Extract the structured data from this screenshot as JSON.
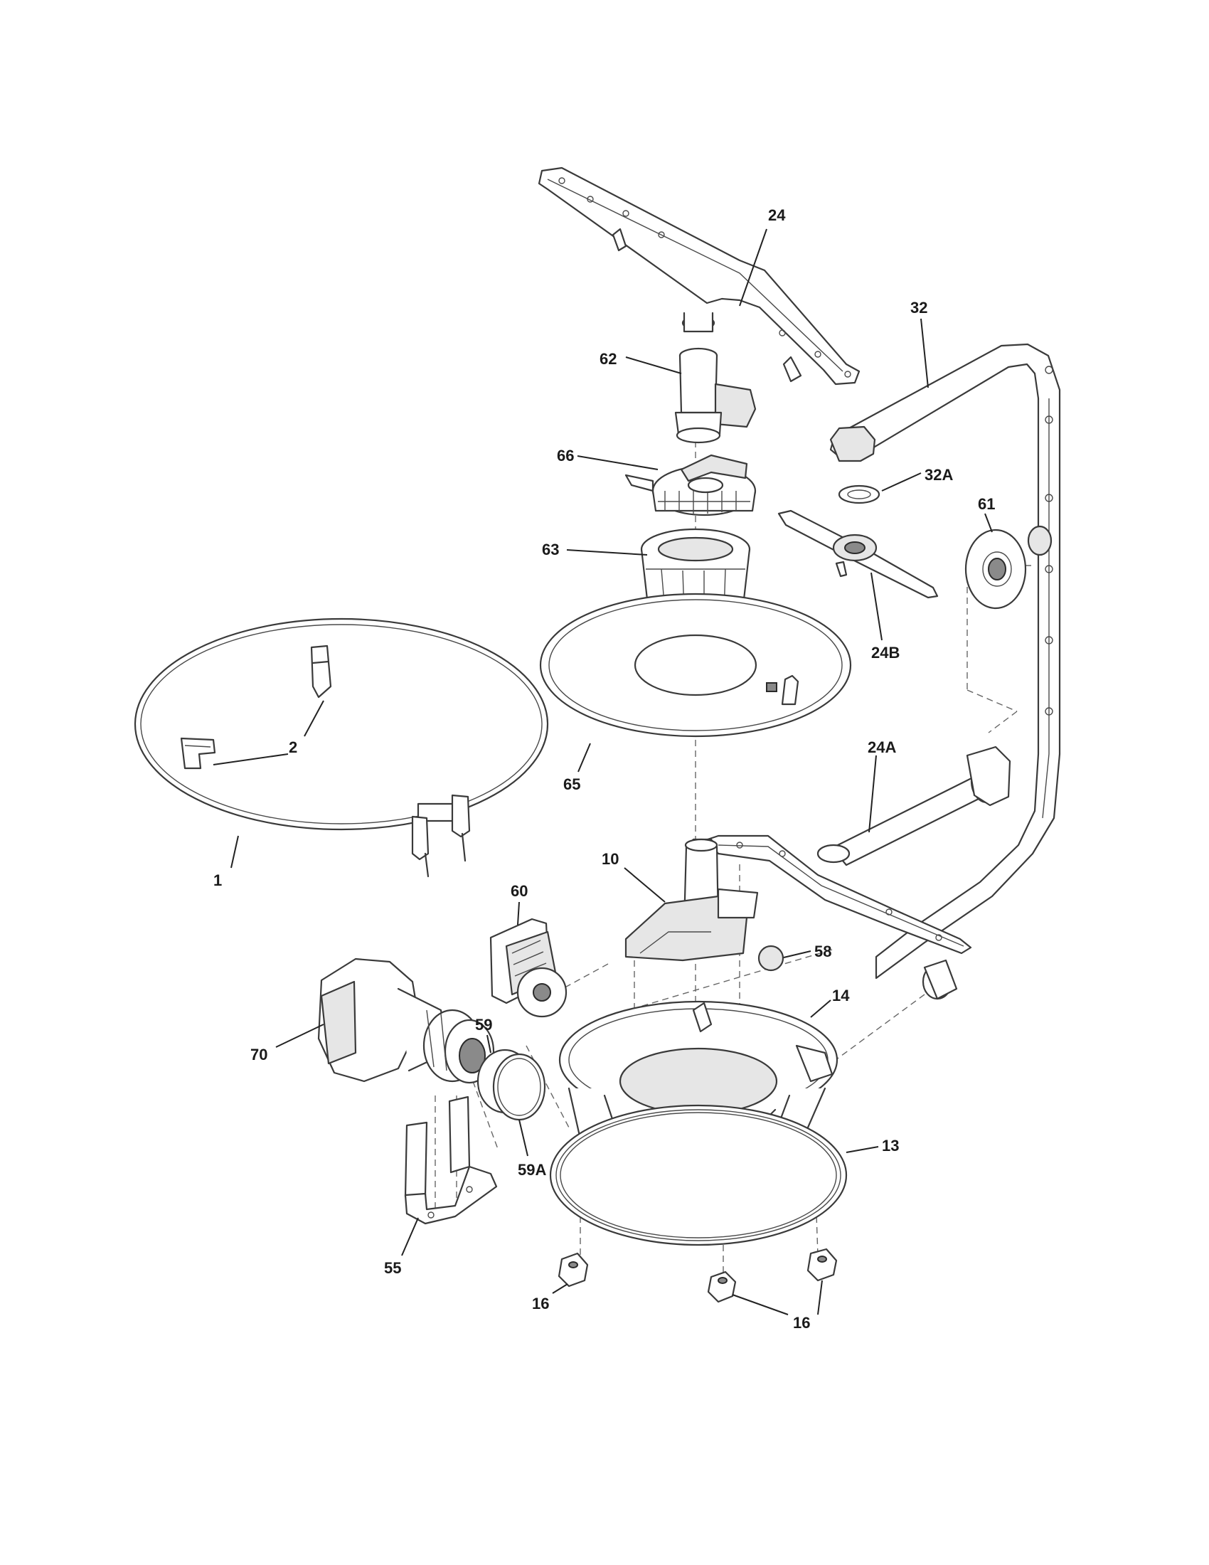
{
  "diagram": {
    "callouts": {
      "c24": "24",
      "c32": "32",
      "c62": "62",
      "c66": "66",
      "c32A": "32A",
      "c61": "61",
      "c63": "63",
      "c24B": "24B",
      "c2": "2",
      "c24A": "24A",
      "c65": "65",
      "c1": "1",
      "c10": "10",
      "c60": "60",
      "c58": "58",
      "c14": "14",
      "c59": "59",
      "c70": "70",
      "c13": "13",
      "c59A": "59A",
      "c55": "55",
      "c16a": "16",
      "c16b": "16"
    }
  }
}
